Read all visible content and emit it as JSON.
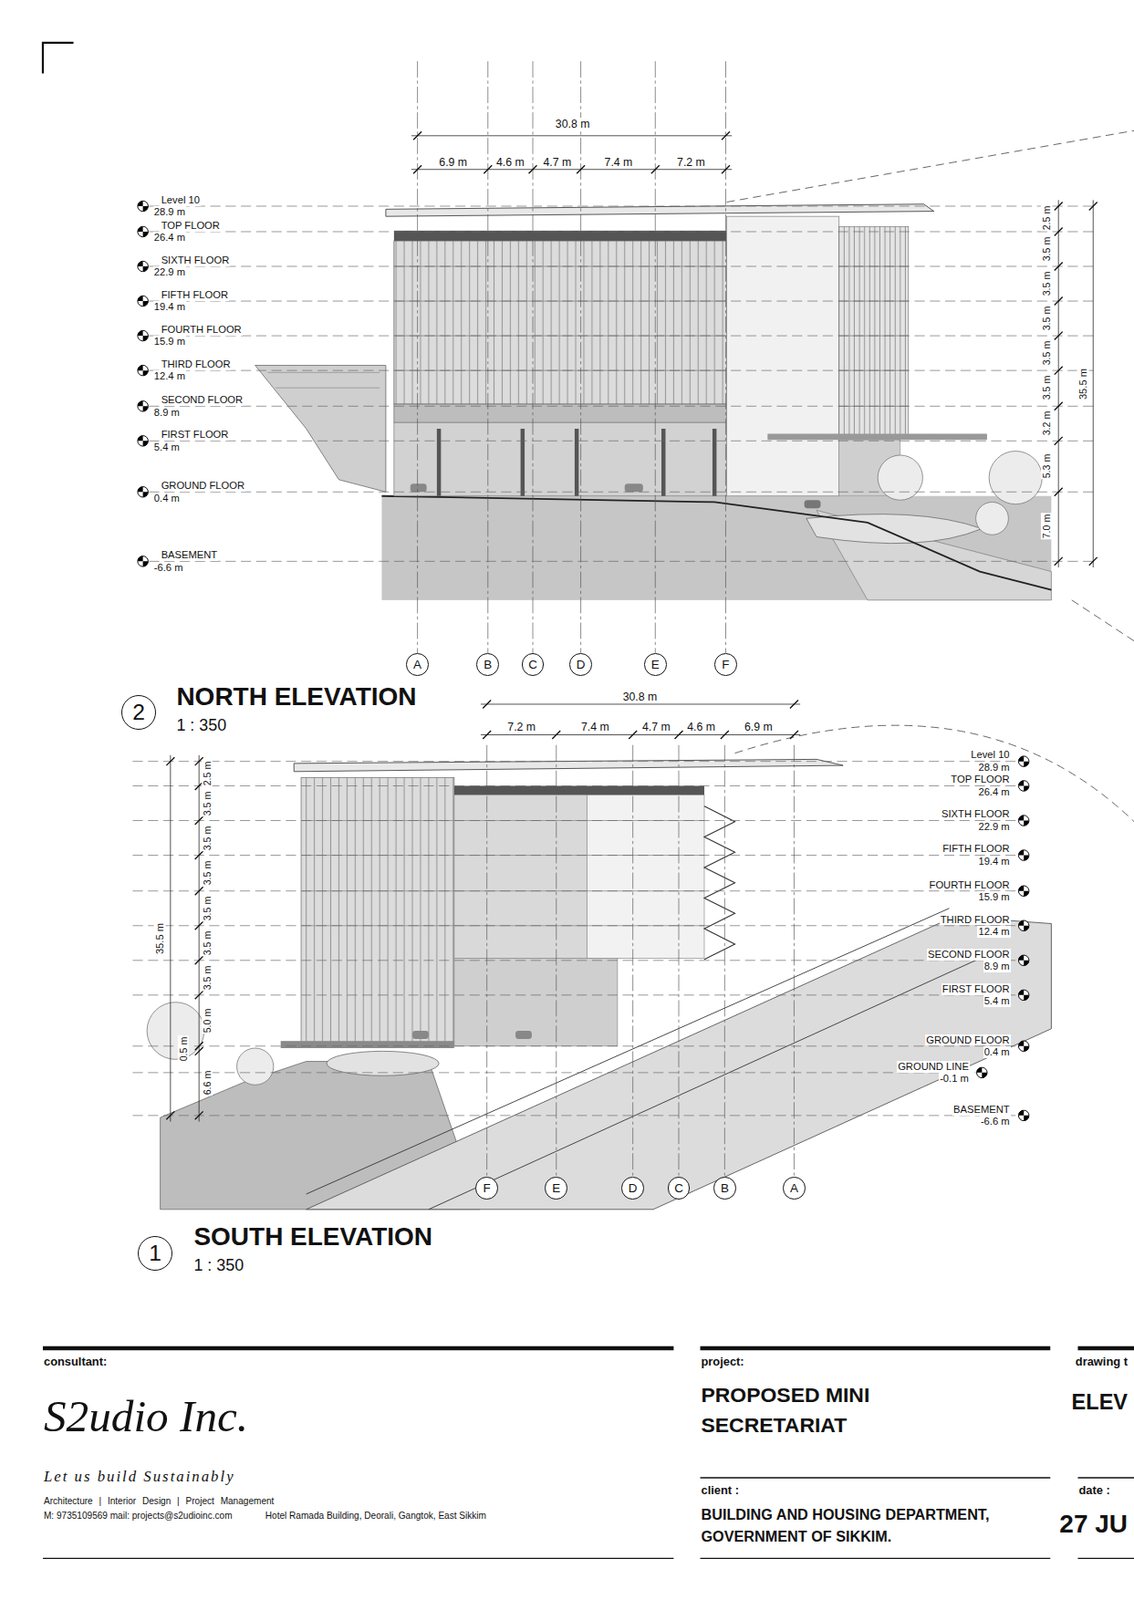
{
  "diagram": {
    "nodes": [
      {
        "text": [
          "A"
        ]
      },
      {
        "text": [
          "B"
        ]
      },
      {
        "text": [
          "C"
        ]
      },
      {
        "text": [
          "D"
        ]
      },
      {
        "text": [
          "E"
        ]
      },
      {
        "text": [
          "F"
        ]
      },
      {
        "text": [
          "2"
        ]
      },
      {
        "text": [
          "F"
        ]
      },
      {
        "text": [
          "E"
        ]
      },
      {
        "text": [
          "D"
        ]
      },
      {
        "text": [
          "C"
        ]
      },
      {
        "text": [
          "B"
        ]
      },
      {
        "text": [
          "A"
        ]
      },
      {
        "text": [
          "1"
        ]
      }
    ],
    "labels": [
      "30.8 m",
      "6.9 m",
      "4.6 m",
      "4.7 m",
      "7.4 m",
      "7.2 m",
      "Level 10",
      "28.9 m",
      "TOP FLOOR",
      "26.4 m",
      "SIXTH FLOOR",
      "22.9 m",
      "FIFTH FLOOR",
      "19.4 m",
      "FOURTH FLOOR",
      "15.9 m",
      "THIRD FLOOR",
      "12.4 m",
      "SECOND FLOOR",
      "8.9 m",
      "FIRST FLOOR",
      "5.4 m",
      "GROUND FLOOR",
      "0.4 m",
      "BASEMENT",
      "-6.6 m",
      "2.5 m",
      "3.5 m",
      "3.5 m",
      "3.5 m",
      "3.5 m",
      "3.5 m",
      "3.2 m",
      "5.3 m",
      "7.0 m",
      "35.5 m",
      "NORTH ELEVATION",
      "1 : 350",
      "30.8 m",
      "7.2 m",
      "7.4 m",
      "4.7 m",
      "4.6 m",
      "6.9 m",
      "Level 10",
      "28.9 m",
      "TOP FLOOR",
      "26.4 m",
      "SIXTH FLOOR",
      "22.9 m",
      "FIFTH FLOOR",
      "19.4 m",
      "FOURTH FLOOR",
      "15.9 m",
      "THIRD FLOOR",
      "12.4 m",
      "SECOND FLOOR",
      "8.9 m",
      "FIRST FLOOR",
      "5.4 m",
      "GROUND FLOOR",
      "0.4 m",
      "GROUND LINE",
      "-0.1 m",
      "BASEMENT",
      "-6.6 m",
      "2.5 m",
      "3.5 m",
      "3.5 m",
      "3.5 m",
      "3.5 m",
      "3.5 m",
      "3.5 m",
      "5.0 m",
      "0.5 m",
      "6.6 m",
      "35.5 m",
      "SOUTH ELEVATION",
      "1 : 350",
      "consultant:",
      "S2udio Inc.",
      "Let us build Sustainably",
      "Architecture | Interior Design | Project Management",
      "M: 9735109569 mail: projects@s2udioinc.com",
      "Hotel Ramada Building, Deorali, Gangtok, East Sikkim",
      "project:",
      "PROPOSED MINI SECRETARIAT",
      "client :",
      "BUILDING AND HOUSING DEPARTMENT, GOVERNMENT OF SIKKIM.",
      "drawing t",
      "ELEV",
      "date :",
      "27 JU"
    ]
  }
}
